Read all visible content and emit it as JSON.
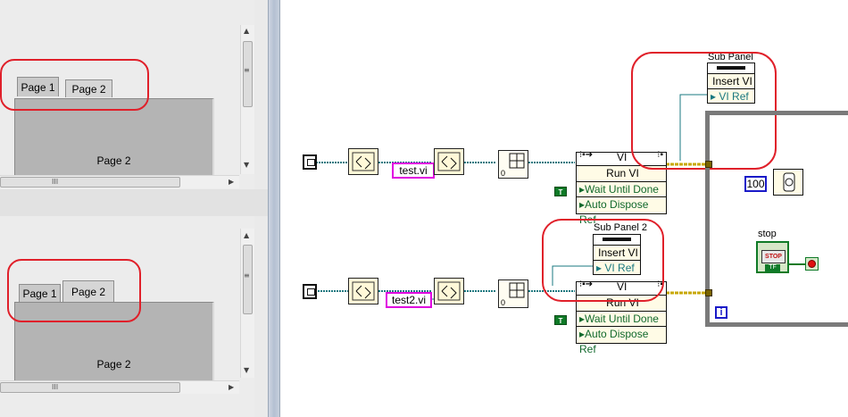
{
  "front_panel": {
    "top": {
      "tabs": [
        "Page 1",
        "Page 2"
      ],
      "active_tab": "Page 1",
      "page_label": "Page 2",
      "hscroll_grip": "III",
      "vscroll_grip": "≡"
    },
    "bottom": {
      "tabs": [
        "Page 1",
        "Page 2"
      ],
      "active_tab": "Page 2",
      "page_label": "Page 2",
      "hscroll_grip": "III",
      "vscroll_grip": "≡"
    }
  },
  "block_diagram": {
    "path1": {
      "vi_path": "test.vi",
      "subpanel_label": "Sub Panel",
      "insert_method": "Insert VI",
      "insert_param": "VI Ref",
      "vi_class": "VI",
      "run_method": "Run VI",
      "wait_param": "Wait Until Done",
      "dispose_param": "Auto Dispose Ref",
      "true_const": "T"
    },
    "path2": {
      "vi_path": "test2.vi",
      "subpanel_label": "Sub Panel 2",
      "insert_method": "Insert VI",
      "insert_param": "VI Ref",
      "vi_class": "VI",
      "run_method": "Run VI",
      "wait_param": "Wait Until Done",
      "dispose_param": "Auto Dispose Ref",
      "true_const": "T"
    },
    "loop": {
      "wait_ms": "100",
      "stop_label": "stop",
      "stop_button_text": "STOP",
      "iteration_terminal": "i",
      "tf_text": "TF"
    }
  },
  "colors": {
    "highlight_ring": "#e0202a",
    "wire_refnum": "#1a7880",
    "wire_error": "#c8a800",
    "string_const": "#e000e0",
    "numeric_const": "#1a1ac8",
    "boolean_const": "#0f7a27"
  }
}
